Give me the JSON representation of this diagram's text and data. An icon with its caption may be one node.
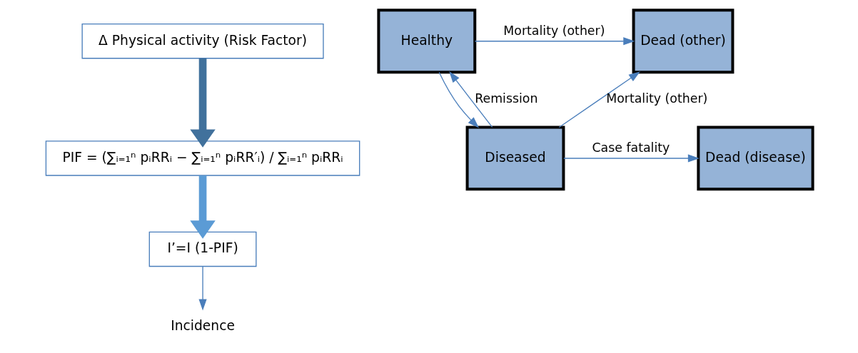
{
  "diagram": {
    "nodes": [
      {
        "text": [
          "Δ Physical activity (Risk Factor)"
        ]
      },
      {
        "text": [
          "PIF = (∑ᵢ₌₁ⁿ pᵢRRᵢ − ∑ᵢ₌₁ⁿ pᵢRR′ᵢ) / ∑ᵢ₌₁ⁿ pᵢRRᵢ"
        ]
      },
      {
        "text": [
          "I’=I (1-PIF)"
        ]
      },
      {
        "text": [
          "Healthy"
        ]
      },
      {
        "text": [
          "Dead (other)"
        ]
      },
      {
        "text": [
          "Incidence"
        ]
      },
      {
        "text": [
          "Diseased"
        ]
      },
      {
        "text": [
          "Dead (disease)"
        ]
      }
    ],
    "edges": [
      {
        "from": 0,
        "to": 1,
        "arrow": "to",
        "style": "thick",
        "color": "#41719c"
      },
      {
        "from": 1,
        "to": 2,
        "arrow": "to",
        "style": "thick",
        "color": "#5b9bd5"
      },
      {
        "from": 2,
        "to": 5,
        "arrow": "to"
      },
      {
        "from": 3,
        "to": 6,
        "arrow": "to"
      },
      {
        "from": 6,
        "to": 3,
        "arrow": "to",
        "label": "Remission"
      },
      {
        "from": 3,
        "to": 4,
        "arrow": "to",
        "label": "Mortality (other)"
      },
      {
        "from": 6,
        "to": 4,
        "arrow": "to",
        "label": "Mortality (other)"
      },
      {
        "from": 6,
        "to": 7,
        "arrow": "to",
        "label": "Case fatality"
      }
    ]
  }
}
